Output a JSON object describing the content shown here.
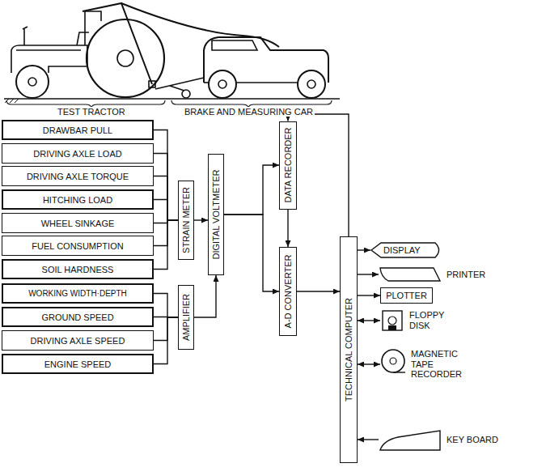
{
  "diagram": {
    "nodes": [
      {
        "text": [
          "DRAWBAR PULL"
        ]
      },
      {
        "text": [
          "DRIVING AXLE LOAD"
        ]
      },
      {
        "text": [
          "DRIVING AXLE TORQUE"
        ]
      },
      {
        "text": [
          "HITCHING LOAD"
        ]
      },
      {
        "text": [
          "WHEEL SINKAGE"
        ]
      },
      {
        "text": [
          "FUEL CONSUMPTION"
        ]
      },
      {
        "text": [
          "SOIL HARDNESS"
        ]
      },
      {
        "text": [
          "WORKING WIDTH·DEPTH"
        ]
      },
      {
        "text": [
          "GROUND SPEED"
        ]
      },
      {
        "text": [
          "DRIVING AXLE SPEED"
        ]
      },
      {
        "text": [
          "ENGINE SPEED"
        ]
      },
      {
        "text": [
          "STRAIN METER"
        ]
      },
      {
        "text": [
          "AMPLIFIER"
        ]
      },
      {
        "text": [
          "DIGITAL VOLTMETER"
        ]
      },
      {
        "text": [
          "DATA RECORDER"
        ]
      },
      {
        "text": [
          "A-D CONVERTER"
        ]
      },
      {
        "text": [
          "TECHNICAL COMPUTER"
        ]
      },
      {
        "text": [
          "DISPLAY"
        ]
      },
      {
        "text": [
          "PRINTER"
        ]
      },
      {
        "text": [
          "PLOTTER"
        ]
      },
      {
        "text": [
          "FLOPPY DISK"
        ]
      },
      {
        "text": [
          "MAGNETIC TAPE RECORDER"
        ]
      },
      {
        "text": [
          "KEY BOARD"
        ]
      }
    ],
    "edges": [
      {
        "from": 0,
        "to": 11,
        "arrow": "none"
      },
      {
        "from": 1,
        "to": 11,
        "arrow": "none"
      },
      {
        "from": 2,
        "to": 11,
        "arrow": "none"
      },
      {
        "from": 3,
        "to": 11,
        "arrow": "none"
      },
      {
        "from": 4,
        "to": 11,
        "arrow": "none"
      },
      {
        "from": 5,
        "to": 11,
        "arrow": "none"
      },
      {
        "from": 6,
        "to": 11,
        "arrow": "none"
      },
      {
        "from": 7,
        "to": 12,
        "arrow": "none"
      },
      {
        "from": 8,
        "to": 12,
        "arrow": "none"
      },
      {
        "from": 9,
        "to": 12,
        "arrow": "none"
      },
      {
        "from": 10,
        "to": 12,
        "arrow": "none"
      },
      {
        "from": 11,
        "to": 13,
        "arrow": "to"
      },
      {
        "from": 12,
        "to": 13,
        "arrow": "to"
      },
      {
        "from": 13,
        "to": 14,
        "arrow": "to"
      },
      {
        "from": 13,
        "to": 15,
        "arrow": "to"
      },
      {
        "from": 14,
        "to": 15,
        "arrow": "to"
      },
      {
        "from": 15,
        "to": 16,
        "arrow": "to"
      },
      {
        "from": 16,
        "to": 14,
        "arrow": "to"
      },
      {
        "from": 16,
        "to": 17,
        "arrow": "to"
      },
      {
        "from": 16,
        "to": 18,
        "arrow": "to"
      },
      {
        "from": 16,
        "to": 19,
        "arrow": "to"
      },
      {
        "from": 16,
        "to": 20,
        "arrow": "both"
      },
      {
        "from": 16,
        "to": 21,
        "arrow": "both"
      },
      {
        "from": 22,
        "to": 16,
        "arrow": "to"
      }
    ],
    "labels": [
      "TEST TRACTOR",
      "BRAKE AND MEASURING CAR"
    ]
  }
}
